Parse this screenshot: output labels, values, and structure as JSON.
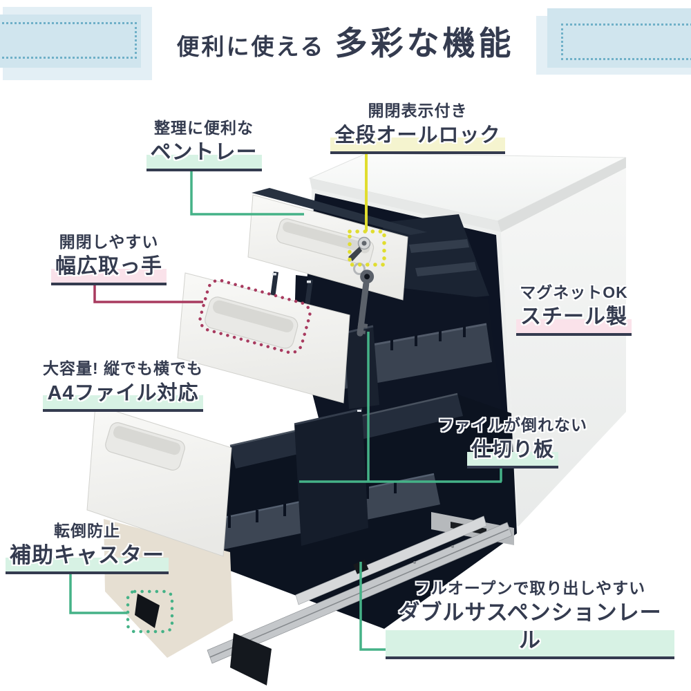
{
  "title": {
    "lead": "便利に使える",
    "emphasis": "多彩な機能"
  },
  "features": {
    "pen_tray": {
      "sub": "整理に便利な",
      "main": "ペントレー"
    },
    "all_lock": {
      "sub": "開閉表示付き",
      "main": "全段オールロック"
    },
    "wide_handle": {
      "sub": "開閉しやすい",
      "main": "幅広取っ手"
    },
    "steel": {
      "sub": "マグネットOK",
      "main": "スチール製"
    },
    "a4_file": {
      "sub": "大容量! 縦でも横でも",
      "main": "A4ファイル対応"
    },
    "divider": {
      "sub": "ファイルが倒れない",
      "main": "仕切り板"
    },
    "caster": {
      "sub": "転倒防止",
      "main": "補助キャスター"
    },
    "rail": {
      "sub": "フルオープンで取り出しやすい",
      "main": "ダブルサスペンションレール"
    }
  },
  "colors": {
    "ink": "#343b4f",
    "green": "#45b287",
    "green_light": "#d7f2e4",
    "yellow": "#e0dd2f",
    "yellow_light": "#f5f4cf",
    "red": "#a83a5f",
    "red_light": "#fae2ea",
    "box_front": "#d0e5ee",
    "box_back": "#e3eff5",
    "box_dot": "#6fb0c8"
  }
}
